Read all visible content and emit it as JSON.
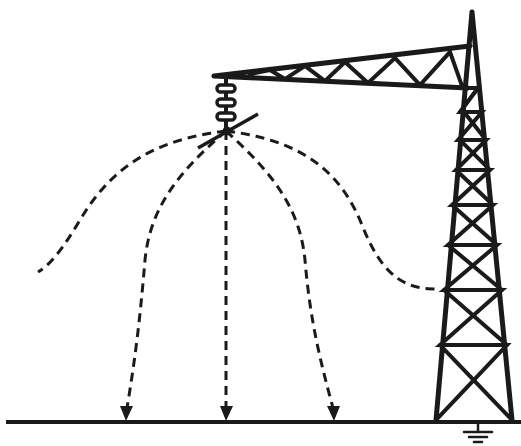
{
  "diagram": {
    "line_color": "#1a1a1a",
    "background": "#ffffff",
    "elements": [
      "transmission-tower",
      "cross-arm-truss",
      "insulator-string",
      "discharge-point",
      "dashed-field-lines",
      "ground-line",
      "ground-symbol"
    ]
  }
}
